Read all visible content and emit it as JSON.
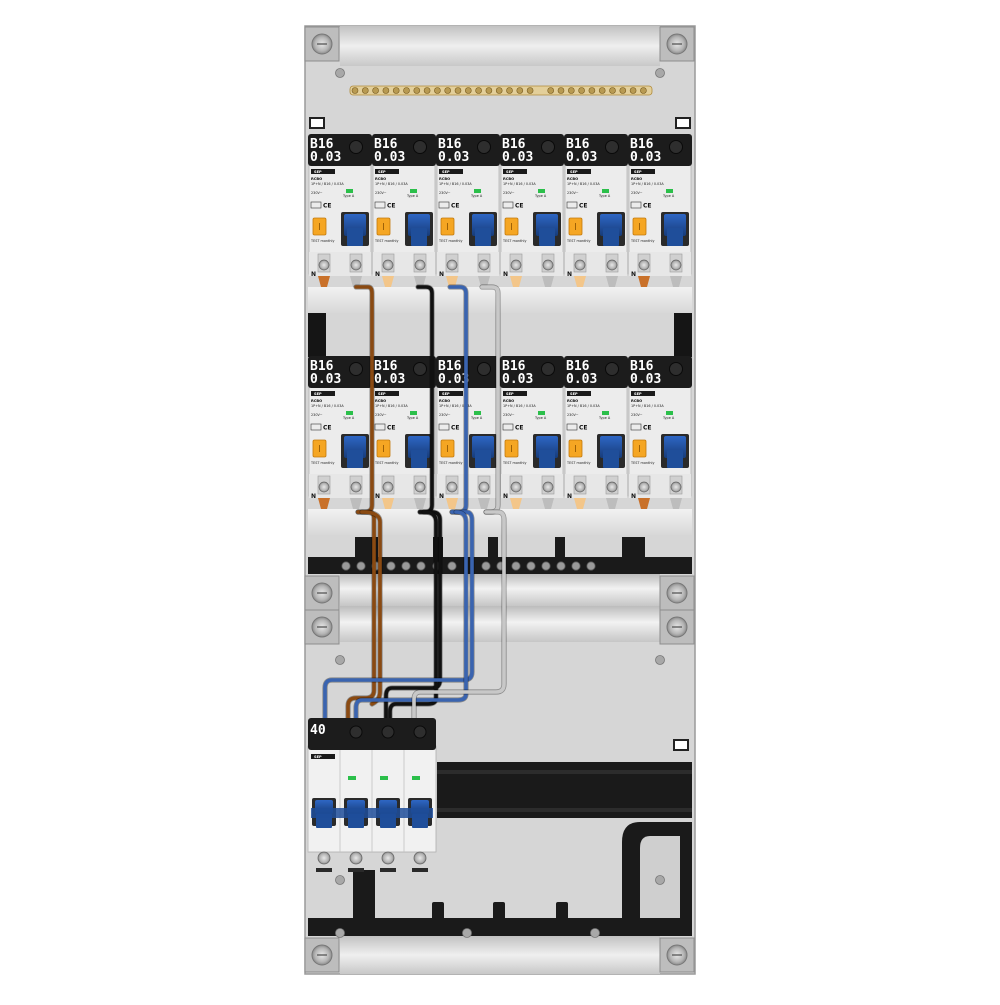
{
  "panel": {
    "colors": {
      "enclosure": "#d4d4d4",
      "din_rail": "#1a1a1a",
      "busbar": "#c8a050",
      "breaker_body": "#ececec",
      "breaker_header": "#1c1c1c",
      "toggle_blue": "#1f4e9a",
      "test_button": "#f5a623",
      "wire_brown": "#8a4a12",
      "wire_black": "#111111",
      "wire_blue": "#3a64b0",
      "wire_grey": "#c8c8c8"
    }
  },
  "rcbo_rows": [
    {
      "modules": [
        {
          "rating": "B16",
          "sensitivity": "0.03"
        },
        {
          "rating": "B16",
          "sensitivity": "0.03"
        },
        {
          "rating": "B16",
          "sensitivity": "0.03"
        },
        {
          "rating": "B16",
          "sensitivity": "0.03"
        },
        {
          "rating": "B16",
          "sensitivity": "0.03"
        },
        {
          "rating": "B16",
          "sensitivity": "0.03"
        }
      ]
    },
    {
      "modules": [
        {
          "rating": "B16",
          "sensitivity": "0.03"
        },
        {
          "rating": "B16",
          "sensitivity": "0.03"
        },
        {
          "rating": "B16",
          "sensitivity": "0.03"
        },
        {
          "rating": "B16",
          "sensitivity": "0.03"
        },
        {
          "rating": "B16",
          "sensitivity": "0.03"
        },
        {
          "rating": "B16",
          "sensitivity": "0.03"
        }
      ]
    }
  ],
  "rcbo_text": {
    "brand": "SEP",
    "model": "RCBO",
    "spec": "1P+N / B16 / 0.03A",
    "type": "Type A",
    "voltage": "230V~",
    "test": "TEST monthly",
    "neutral": "N"
  },
  "main_switch": {
    "rating": "40",
    "brand": "SEP"
  }
}
